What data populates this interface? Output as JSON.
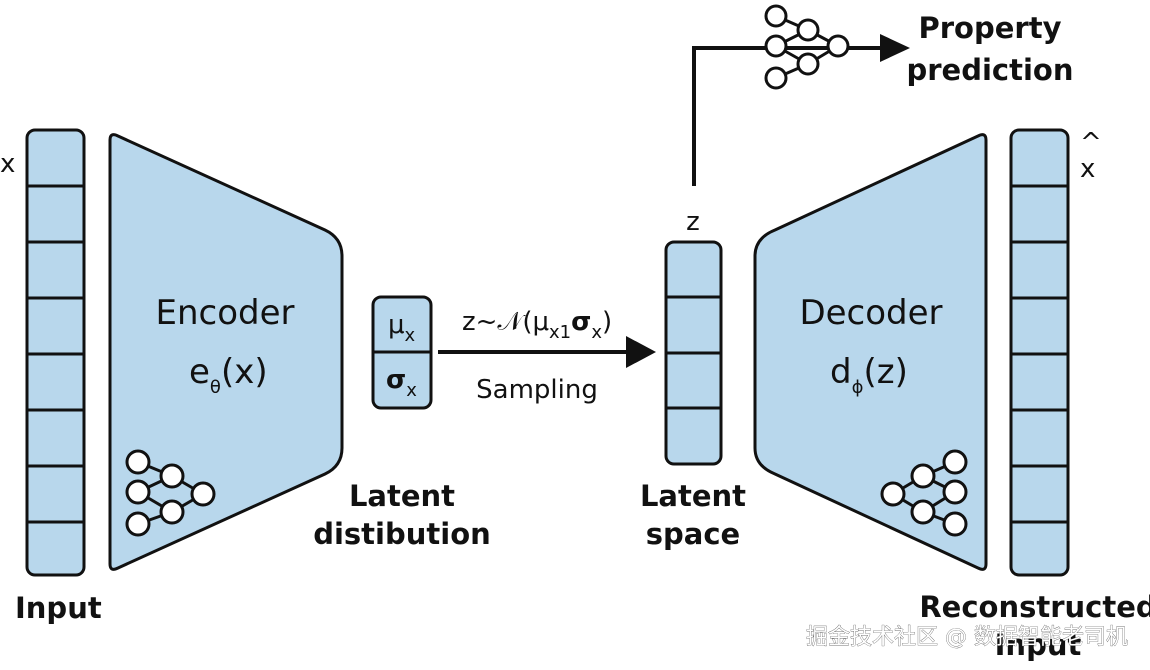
{
  "input": {
    "var": "x",
    "label": "Input"
  },
  "encoder": {
    "title": "Encoder",
    "func": "e",
    "sub": "θ",
    "arg": "(x)"
  },
  "latent_distribution": {
    "mu": "μ",
    "mu_sub": "x",
    "sigma": "σ",
    "sigma_sub": "x",
    "label_line1": "Latent",
    "label_line2": "distibution"
  },
  "sampling": {
    "formula_prefix": "z~𝒩(μ",
    "formula_sub1": "x1",
    "formula_sigma": "σ",
    "formula_sub2": "x",
    "formula_close": ")",
    "label": "Sampling"
  },
  "latent_space": {
    "var": "z",
    "label_line1": "Latent",
    "label_line2": "space"
  },
  "decoder": {
    "title": "Decoder",
    "func": "d",
    "sub": "ϕ",
    "arg": "(z)"
  },
  "property": {
    "line1": "Property",
    "line2": "prediction"
  },
  "output": {
    "var": "x",
    "hat": "^",
    "label_line1": "Reconstructed",
    "label_line2": "Input"
  },
  "watermark": "掘金技术社区 @ 数据智能老司机"
}
